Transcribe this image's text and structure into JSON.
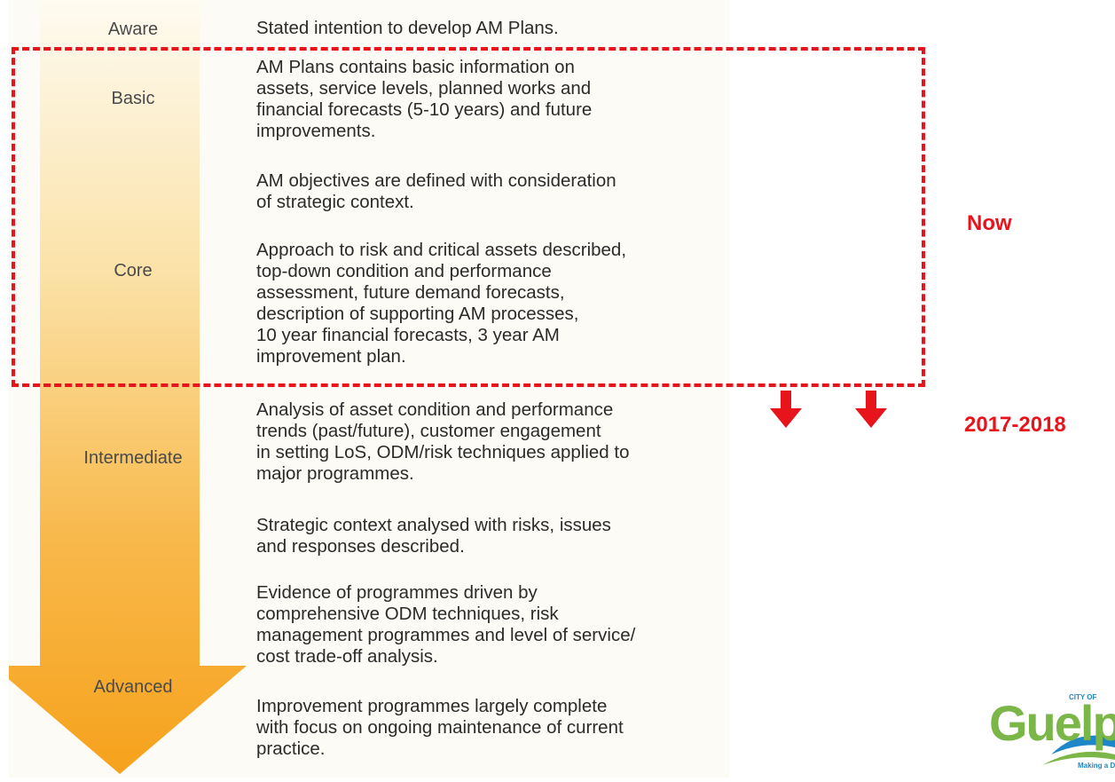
{
  "levels": {
    "aware": "Aware",
    "basic": "Basic",
    "core": "Core",
    "intermediate": "Intermediate",
    "advanced": "Advanced"
  },
  "descriptions": {
    "aware": "Stated intention to develop AM Plans.",
    "basic": "AM Plans contains basic information on\nassets, service levels, planned works and\nfinancial forecasts (5-10 years) and future\nimprovements.",
    "core_1": "AM objectives are defined with consideration\nof strategic context.",
    "core_2": "Approach to risk and critical assets described,\ntop-down condition and performance\nassessment, future demand forecasts,\ndescription of supporting AM processes,\n10 year financial forecasts, 3 year AM\nimprovement plan.",
    "intermediate_1": "Analysis of asset condition and performance\ntrends (past/future), customer engagement\nin setting LoS, ODM/risk techniques applied to\nmajor programmes.",
    "intermediate_2": "Strategic context analysed with risks, issues\nand responses described.",
    "advanced_1": "Evidence of programmes driven by\ncomprehensive ODM techniques, risk\nmanagement programmes and level of service/\ncost trade-off analysis.",
    "advanced_2": "Improvement programmes largely complete\nwith focus on ongoing maintenance of current\npractice."
  },
  "annotations": {
    "now": "Now",
    "target": "2017-2018"
  },
  "logo": {
    "city_of": "CITY OF",
    "name": "Guelph",
    "tagline": "Making a Difference"
  },
  "colors": {
    "accent_red": "#e8141b",
    "arrow_top": "#fdf6e3",
    "arrow_bottom": "#f6a21c",
    "logo_green": "#7ab648",
    "logo_blue": "#1f86c8"
  }
}
